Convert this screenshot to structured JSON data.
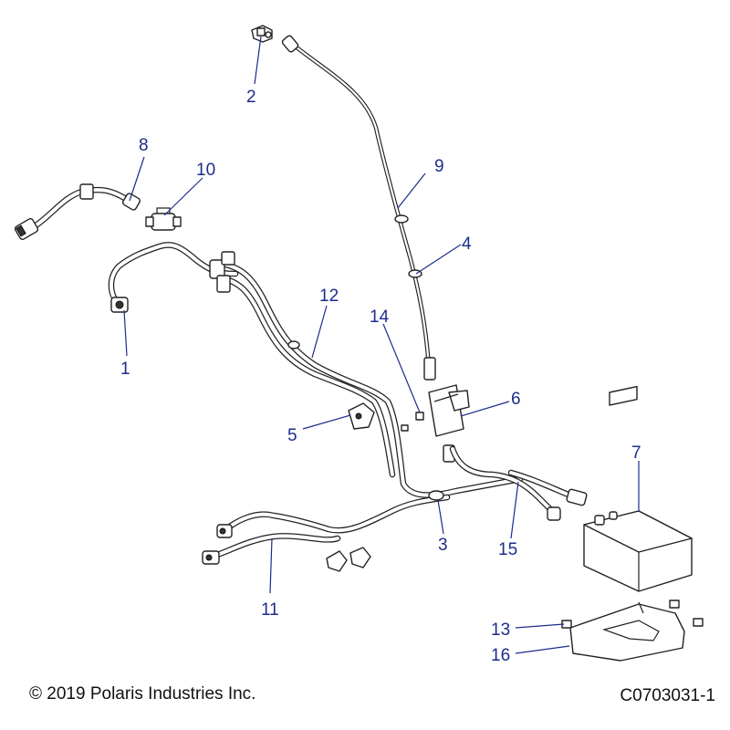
{
  "callouts": [
    {
      "id": "1",
      "label": "1"
    },
    {
      "id": "2",
      "label": "2"
    },
    {
      "id": "3",
      "label": "3"
    },
    {
      "id": "4",
      "label": "4"
    },
    {
      "id": "5",
      "label": "5"
    },
    {
      "id": "6",
      "label": "6"
    },
    {
      "id": "7",
      "label": "7"
    },
    {
      "id": "8",
      "label": "8"
    },
    {
      "id": "9",
      "label": "9"
    },
    {
      "id": "10",
      "label": "10"
    },
    {
      "id": "11",
      "label": "11"
    },
    {
      "id": "12",
      "label": "12"
    },
    {
      "id": "13",
      "label": "13"
    },
    {
      "id": "14",
      "label": "14"
    },
    {
      "id": "15",
      "label": "15"
    },
    {
      "id": "16",
      "label": "16"
    }
  ],
  "footer": {
    "copyright": "© 2019 Polaris Industries Inc.",
    "drawing_number": "C0703031-1"
  },
  "colors": {
    "callout": "#1c2c8c",
    "linework": "#222222",
    "background": "#ffffff"
  }
}
